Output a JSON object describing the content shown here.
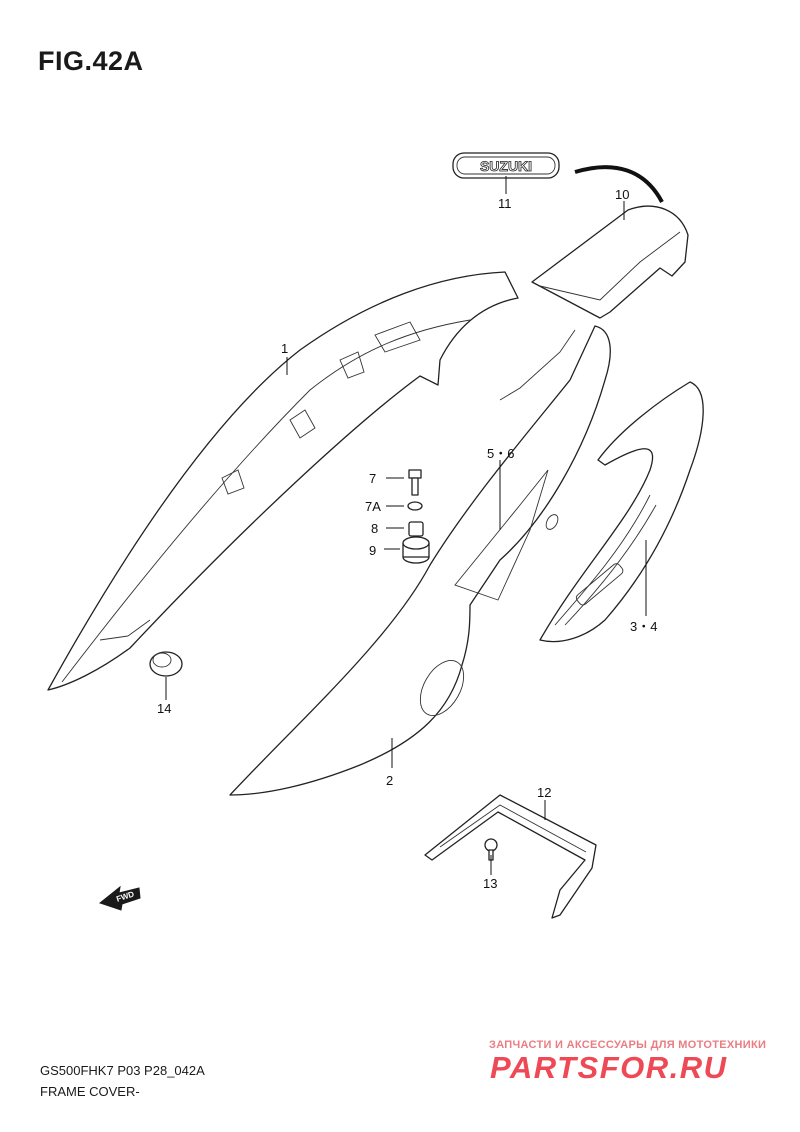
{
  "figure": {
    "title": "FIG.42A"
  },
  "callouts": [
    "1",
    "2",
    "3・4",
    "5・6",
    "7",
    "7A",
    "8",
    "9",
    "10",
    "11",
    "12",
    "13",
    "14"
  ],
  "emblem_text": "SUZUKI",
  "fwd_text": "FWD",
  "footer": {
    "model_code": "GS500FHK7 P03 P28_042A",
    "section_name": "FRAME COVER-"
  },
  "watermark": {
    "tagline": "ЗАПЧАСТИ И АКСЕССУАРЫ ДЛЯ МОТОТЕХНИКИ",
    "logo": "PARTSFOR.RU"
  },
  "colors": {
    "line": "#222222",
    "watermark_red": "#ee4a56"
  }
}
